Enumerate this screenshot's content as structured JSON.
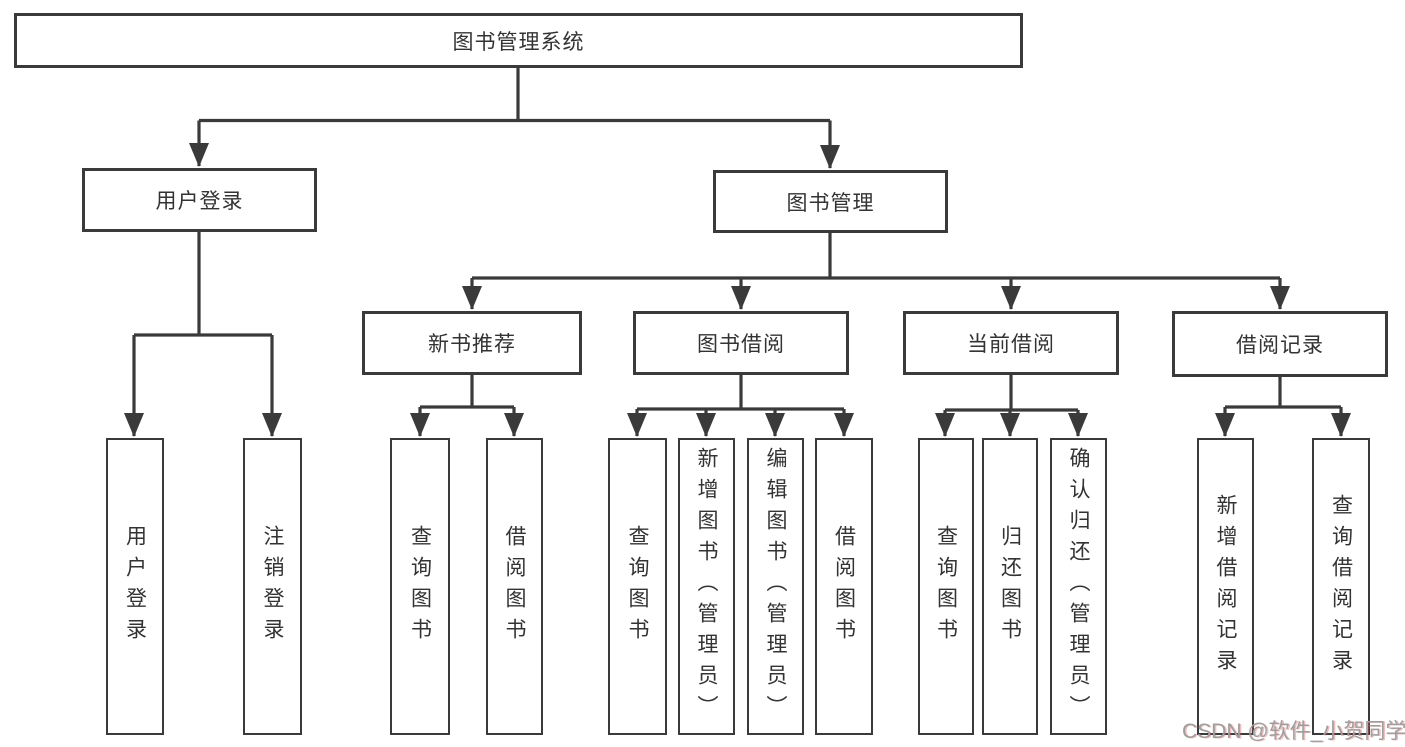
{
  "diagram": {
    "root": {
      "label": "图书管理系统"
    },
    "branches": [
      {
        "label": "用户登录",
        "children": [
          {
            "label": "用户登录"
          },
          {
            "label": "注销登录"
          }
        ]
      },
      {
        "label": "图书管理",
        "children": [
          {
            "label": "新书推荐",
            "children": [
              {
                "label": "查询图书"
              },
              {
                "label": "借阅图书"
              }
            ]
          },
          {
            "label": "图书借阅",
            "children": [
              {
                "label": "查询图书"
              },
              {
                "label": "新增图书（管理员）"
              },
              {
                "label": "编辑图书（管理员）"
              },
              {
                "label": "借阅图书"
              }
            ]
          },
          {
            "label": "当前借阅",
            "children": [
              {
                "label": "查询图书"
              },
              {
                "label": "归还图书"
              },
              {
                "label": "确认归还（管理员）"
              }
            ]
          },
          {
            "label": "借阅记录",
            "children": [
              {
                "label": "新增借阅记录"
              },
              {
                "label": "查询借阅记录"
              }
            ]
          }
        ]
      }
    ]
  },
  "watermark": "CSDN @软件_小贺同学",
  "colors": {
    "line": "#3a3a3a",
    "box_border": "#3a3a3a",
    "text": "#333333",
    "background": "#ffffff",
    "watermark": "#9e9e9e"
  }
}
